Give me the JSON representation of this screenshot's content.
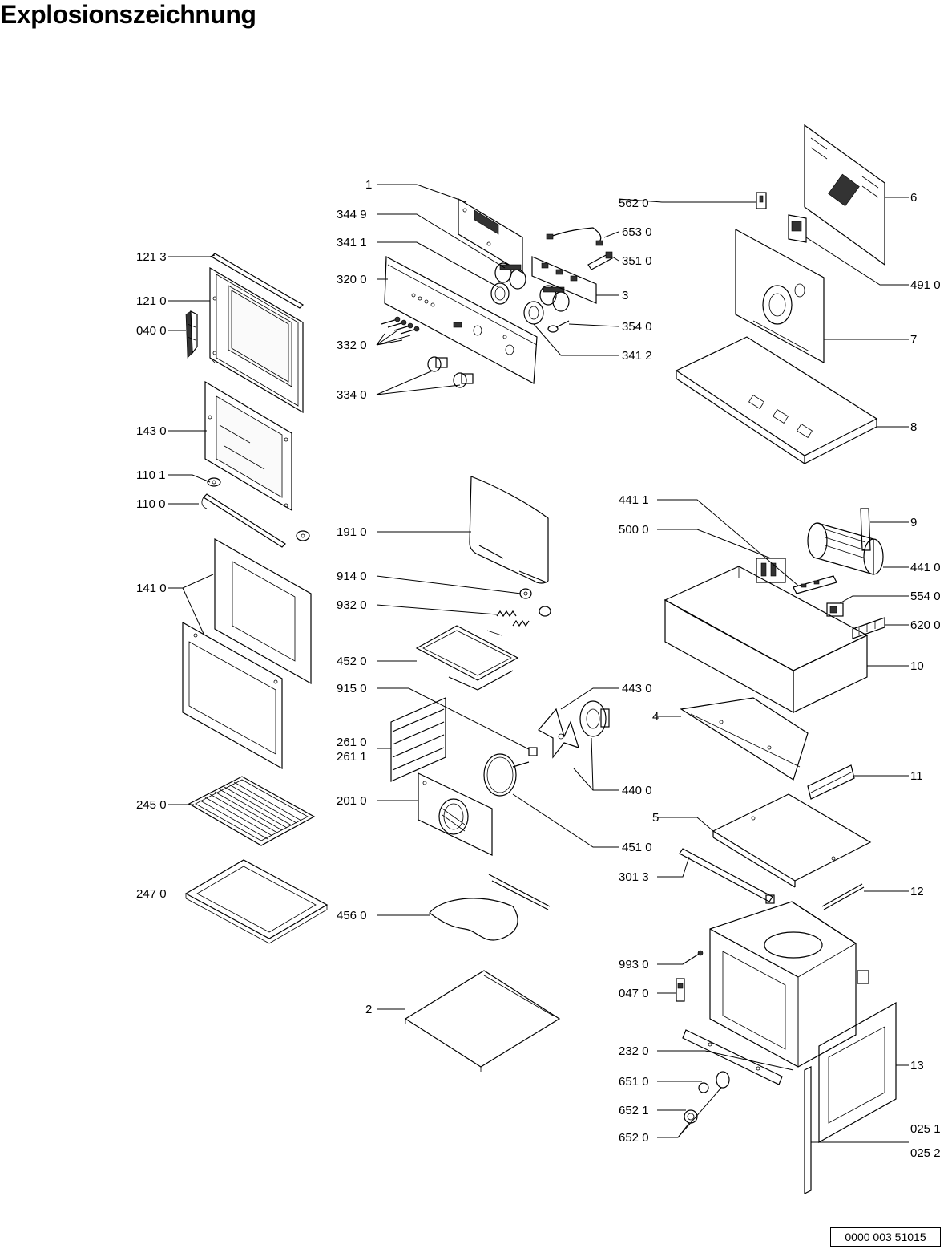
{
  "title": "Explosionszeichnung",
  "doc_number": "0000 003 51015",
  "labels": {
    "l_1": "1",
    "l_3449": "344 9",
    "l_3411": "341 1",
    "l_3200": "320 0",
    "l_3320": "332 0",
    "l_3340": "334 0",
    "l_1213": "121 3",
    "l_1210": "121 0",
    "l_0400": "040 0",
    "l_1430": "143 0",
    "l_1101": "110 1",
    "l_1100": "110 0",
    "l_1410": "141 0",
    "l_2450": "245 0",
    "l_2470": "247 0",
    "l_5620": "562 0",
    "l_6530": "653 0",
    "l_3510": "351 0",
    "l_3": "3",
    "l_3540": "354 0",
    "l_3412": "341 2",
    "l_6": "6",
    "l_4910": "491 0",
    "l_7": "7",
    "l_8": "8",
    "l_1910": "191 0",
    "l_9140": "914 0",
    "l_9320": "932 0",
    "l_4520": "452 0",
    "l_9150": "915 0",
    "l_2610": "261 0",
    "l_2611": "261 1",
    "l_2010": "201 0",
    "l_4560": "456 0",
    "l_2": "2",
    "l_4411": "441 1",
    "l_5000": "500 0",
    "l_9": "9",
    "l_4410": "441 0",
    "l_5540": "554 0",
    "l_6200": "620 0",
    "l_10": "10",
    "l_4430": "443 0",
    "l_4": "4",
    "l_4400": "440 0",
    "l_11": "11",
    "l_5": "5",
    "l_4510": "451 0",
    "l_3013": "301 3",
    "l_12": "12",
    "l_9930": "993 0",
    "l_0470": "047 0",
    "l_2320": "232 0",
    "l_6510": "651 0",
    "l_6521": "652 1",
    "l_6520": "652 0",
    "l_13": "13",
    "l_0251": "025 1",
    "l_0252": "025 2"
  }
}
